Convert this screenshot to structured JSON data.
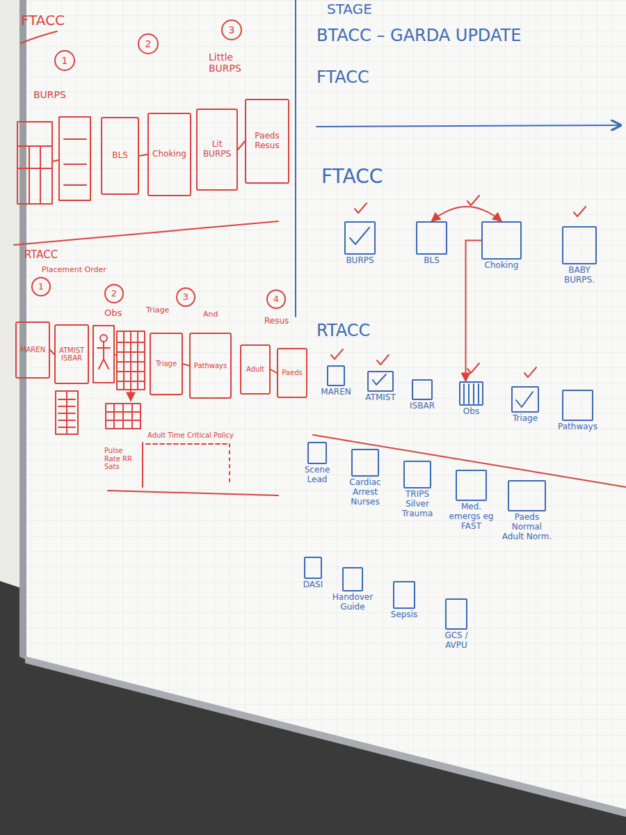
{
  "diagram": {
    "nodes": [
      {
        "text": [
          "1"
        ]
      },
      {
        "text": [
          "2"
        ]
      },
      {
        "text": [
          "3"
        ]
      },
      {
        "text": [
          "BLS"
        ]
      },
      {
        "text": [
          "Choking"
        ]
      },
      {
        "text": [
          "Lit BURPS"
        ]
      },
      {
        "text": [
          "Paeds Resus"
        ]
      },
      {
        "text": [
          "1"
        ]
      },
      {
        "text": [
          "2"
        ]
      },
      {
        "text": [
          "3"
        ]
      },
      {
        "text": [
          "4"
        ]
      },
      {
        "text": [
          "MAREN"
        ]
      },
      {
        "text": [
          "ATMIST ISBAR"
        ]
      },
      {
        "text": [
          "Triage"
        ]
      },
      {
        "text": [
          "Pathways"
        ]
      },
      {
        "text": [
          "Adult"
        ]
      },
      {
        "text": [
          "Paeds"
        ]
      },
      {
        "text": [
          "BURPS"
        ]
      },
      {
        "text": [
          "BLS"
        ]
      },
      {
        "text": [
          "Choking"
        ]
      },
      {
        "text": [
          "BABY BURPS."
        ]
      },
      {
        "text": [
          "MAREN"
        ]
      },
      {
        "text": [
          "ATMIST"
        ]
      },
      {
        "text": [
          "ISBAR"
        ]
      },
      {
        "text": [
          "Obs"
        ]
      },
      {
        "text": [
          "Triage"
        ]
      },
      {
        "text": [
          "Pathways"
        ]
      },
      {
        "text": [
          "Scene Lead"
        ]
      },
      {
        "text": [
          "Cardiac Arrest Nurses"
        ]
      },
      {
        "text": [
          "TRIPS Silver Trauma"
        ]
      },
      {
        "text": [
          "Med. emergs eg FAST"
        ]
      },
      {
        "text": [
          "Paeds Normal Adult Norm."
        ]
      },
      {
        "text": [
          "DASI"
        ]
      },
      {
        "text": [
          "Handover Guide"
        ]
      },
      {
        "text": [
          "Sepsis"
        ]
      },
      {
        "text": [
          "GCS / AVPU"
        ]
      }
    ],
    "edges": [
      {
        "from": 3,
        "to": 4,
        "arrow": "none"
      },
      {
        "from": 5,
        "to": 6,
        "arrow": "none"
      },
      {
        "from": 11,
        "to": 12,
        "arrow": "none"
      },
      {
        "from": 13,
        "to": 14,
        "arrow": "none"
      },
      {
        "from": 15,
        "to": 16,
        "arrow": "none"
      },
      {
        "from": 18,
        "to": 19,
        "arrow": "both"
      },
      {
        "from": 19,
        "to": 24,
        "arrow": "to"
      }
    ],
    "labels": [
      "FTACC",
      "BURPS",
      "Little BURPS",
      "RTACC",
      "Placement Order",
      "Obs",
      "Triage",
      "And",
      "Resus",
      "Pulse Rate RR Sats",
      "Adult Time Critical Policy",
      "STAGE",
      "BTACC – GARDA UPDATE",
      "FTACC",
      "FTACC",
      "RTACC"
    ]
  }
}
